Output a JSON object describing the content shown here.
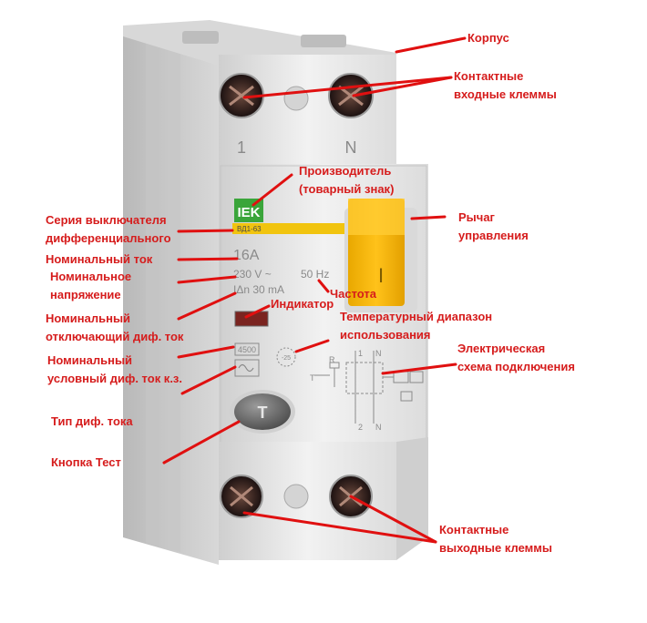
{
  "device": {
    "brand": "IEK",
    "series": "ВД1-63",
    "terminal_top_left": "1",
    "terminal_top_right": "N",
    "current": "16A",
    "voltage": "230 V ~",
    "diff_current": "IΔn 30 mA",
    "frequency": "50 Hz",
    "short_circuit": "4500",
    "temp": "-25",
    "test_button": "T",
    "lever_mark": "I",
    "scheme_l1": "1",
    "scheme_n1": "N",
    "scheme_l2": "2",
    "scheme_n2": "N",
    "scheme_r": "R",
    "scheme_t": "T"
  },
  "labels": {
    "korpus": "Корпус",
    "input_terminals": [
      "Контактные",
      "входные клеммы"
    ],
    "manufacturer": [
      "Производитель",
      "(товарный знак)"
    ],
    "series": [
      "Серия выключателя",
      "дифференциального"
    ],
    "lever": [
      "Рычаг",
      "управления"
    ],
    "rated_current": "Номинальный ток",
    "rated_voltage": [
      "Номинальное",
      "напряжение"
    ],
    "frequency": "Частота",
    "indicator": "Индикатор",
    "rated_diff": [
      "Номинальный",
      "отключающий диф. ток"
    ],
    "temp_range": [
      "Температурный диапазон",
      "использования"
    ],
    "scheme": [
      "Электрическая",
      "схема подключения"
    ],
    "conditional": [
      "Номинальный",
      "условный диф. ток к.з."
    ],
    "diff_type": "Тип диф. тока",
    "test_button": "Кнопка Тест",
    "output_terminals": [
      "Контактные",
      "выходные клеммы"
    ]
  },
  "colors": {
    "label": "#d61c1c",
    "arrow": "#e01010",
    "body": "#ececec",
    "lever": "#f5b400",
    "brand": "#3aa53a"
  }
}
